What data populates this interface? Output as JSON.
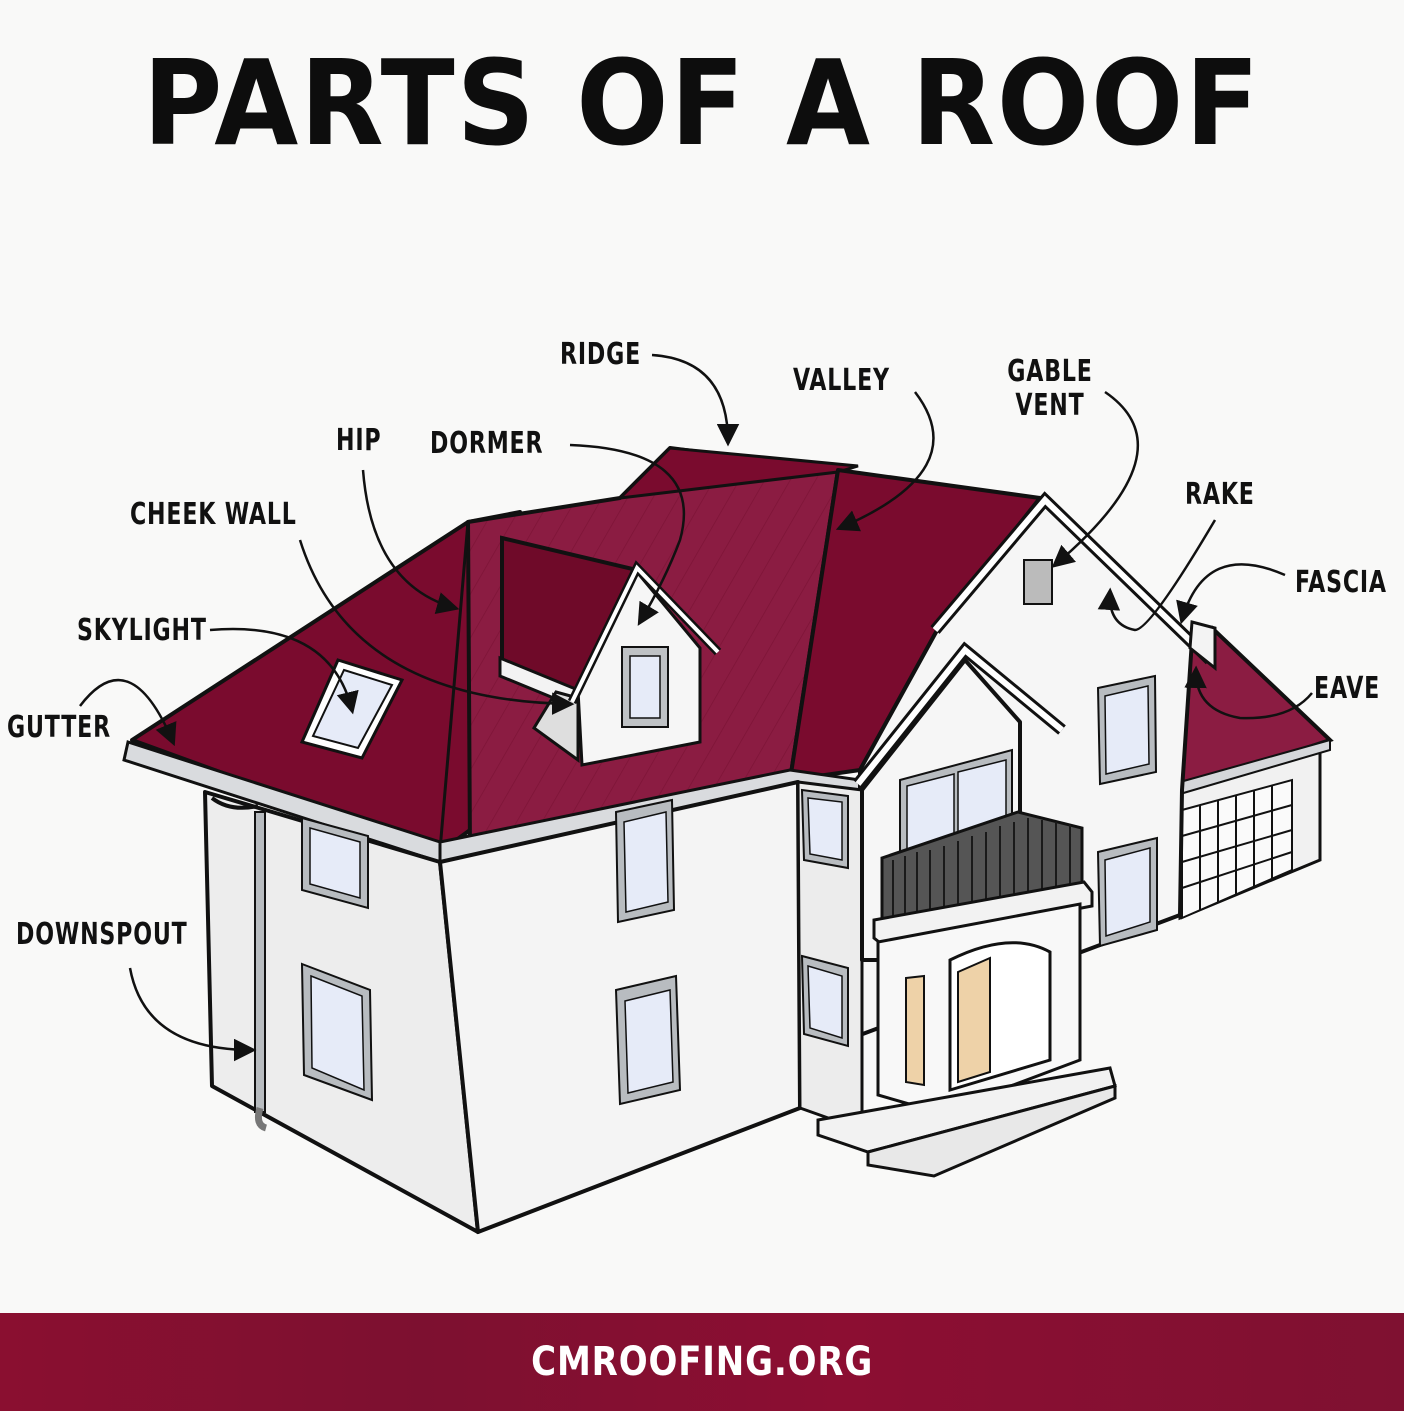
{
  "title": "PARTS OF A ROOF",
  "colors": {
    "roof": "#7a0b2e",
    "roof_light": "#8b1c42",
    "wall": "#f3f3f3",
    "outline": "#111111",
    "footer_bg": "#84102f",
    "footer_text": "#ffffff",
    "window_glass": "#e6ebf8",
    "trim_gray": "#b8bcc0",
    "door": "#eed2a8"
  },
  "labels": {
    "ridge": "RIDGE",
    "valley": "VALLEY",
    "gable_vent_line1": "GABLE",
    "gable_vent_line2": "VENT",
    "hip": "HIP",
    "dormer": "DORMER",
    "cheek_wall": "CHEEK WALL",
    "rake": "RAKE",
    "fascia": "FASCIA",
    "skylight": "SKYLIGHT",
    "gutter": "GUTTER",
    "eave": "EAVE",
    "downspout": "DOWNSPOUT"
  },
  "footer": {
    "website": "CMROOFING.ORG"
  }
}
